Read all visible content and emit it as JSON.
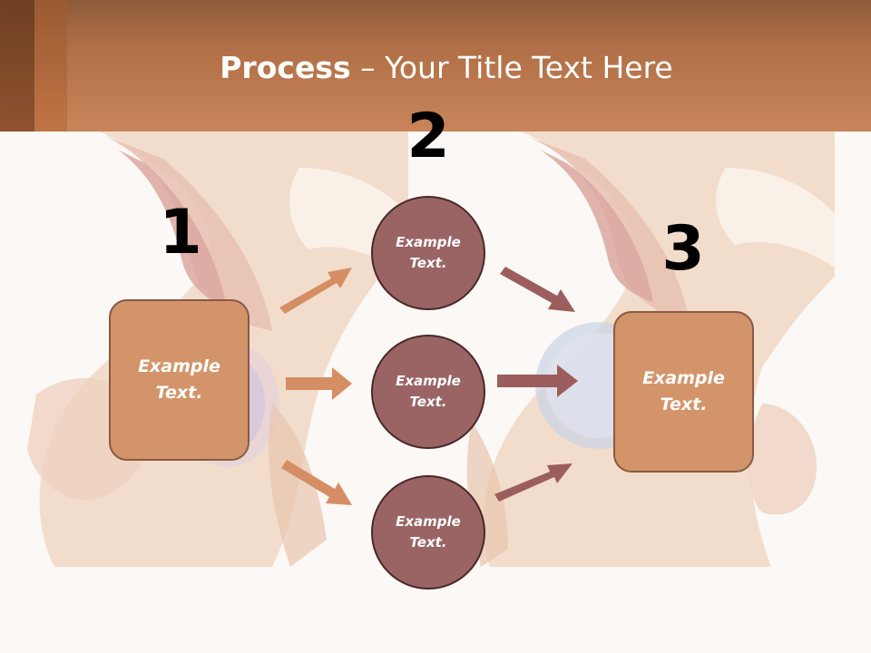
{
  "slide": {
    "title_bold": "Process",
    "title_rest": " – Your Title Text Here",
    "steps": [
      "1",
      "2",
      "3"
    ],
    "box_left": "Example\nText.",
    "box_right": "Example\nText.",
    "circles": [
      "Example\nText.",
      "Example\nText.",
      "Example\nText."
    ]
  },
  "colors": {
    "header": "#c07445",
    "box_fill": "#d3946a",
    "circle_fill": "#9a6465",
    "arrow_light": "#d58e64",
    "arrow_dark": "#9b5e5c"
  }
}
